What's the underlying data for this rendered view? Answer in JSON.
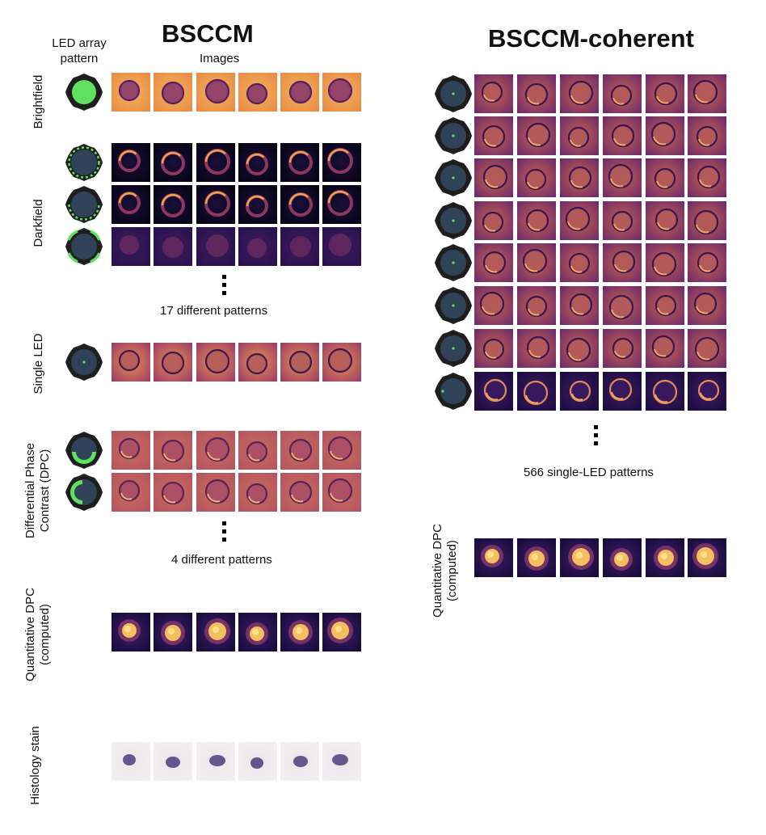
{
  "left": {
    "title": "BSCCM",
    "pattern_header": "LED array\npattern",
    "images_header": "Images",
    "label_brightfield": "Brightfield",
    "label_darkfield": "Darkfield",
    "darkfield_note": "17 different patterns",
    "label_single_led": "Single LED",
    "label_dpc": "Differential Phase\nContrast (DPC)",
    "dpc_note": "4 different patterns",
    "label_qdpc": "Quantitative DPC\n(computed)",
    "label_histology": "Histology stain"
  },
  "right": {
    "title": "BSCCM-coherent",
    "note": "566 single-LED patterns",
    "label_qdpc": "Quantitative DPC\n(computed)"
  },
  "colors": {
    "led_board": "#1e1e1e",
    "led_disc": "#2f4257",
    "led_green": "#5fe05f",
    "inferno_dark": "#140b34",
    "inferno_mid": "#a93a5a",
    "inferno_bright": "#f5c05a",
    "histology_bg": "#ece6ea",
    "histology_cell": "#4a3d7e"
  },
  "icons": {
    "led_pattern": "led-array-pattern-icon",
    "microscopy_image": "cell-image-tile"
  }
}
